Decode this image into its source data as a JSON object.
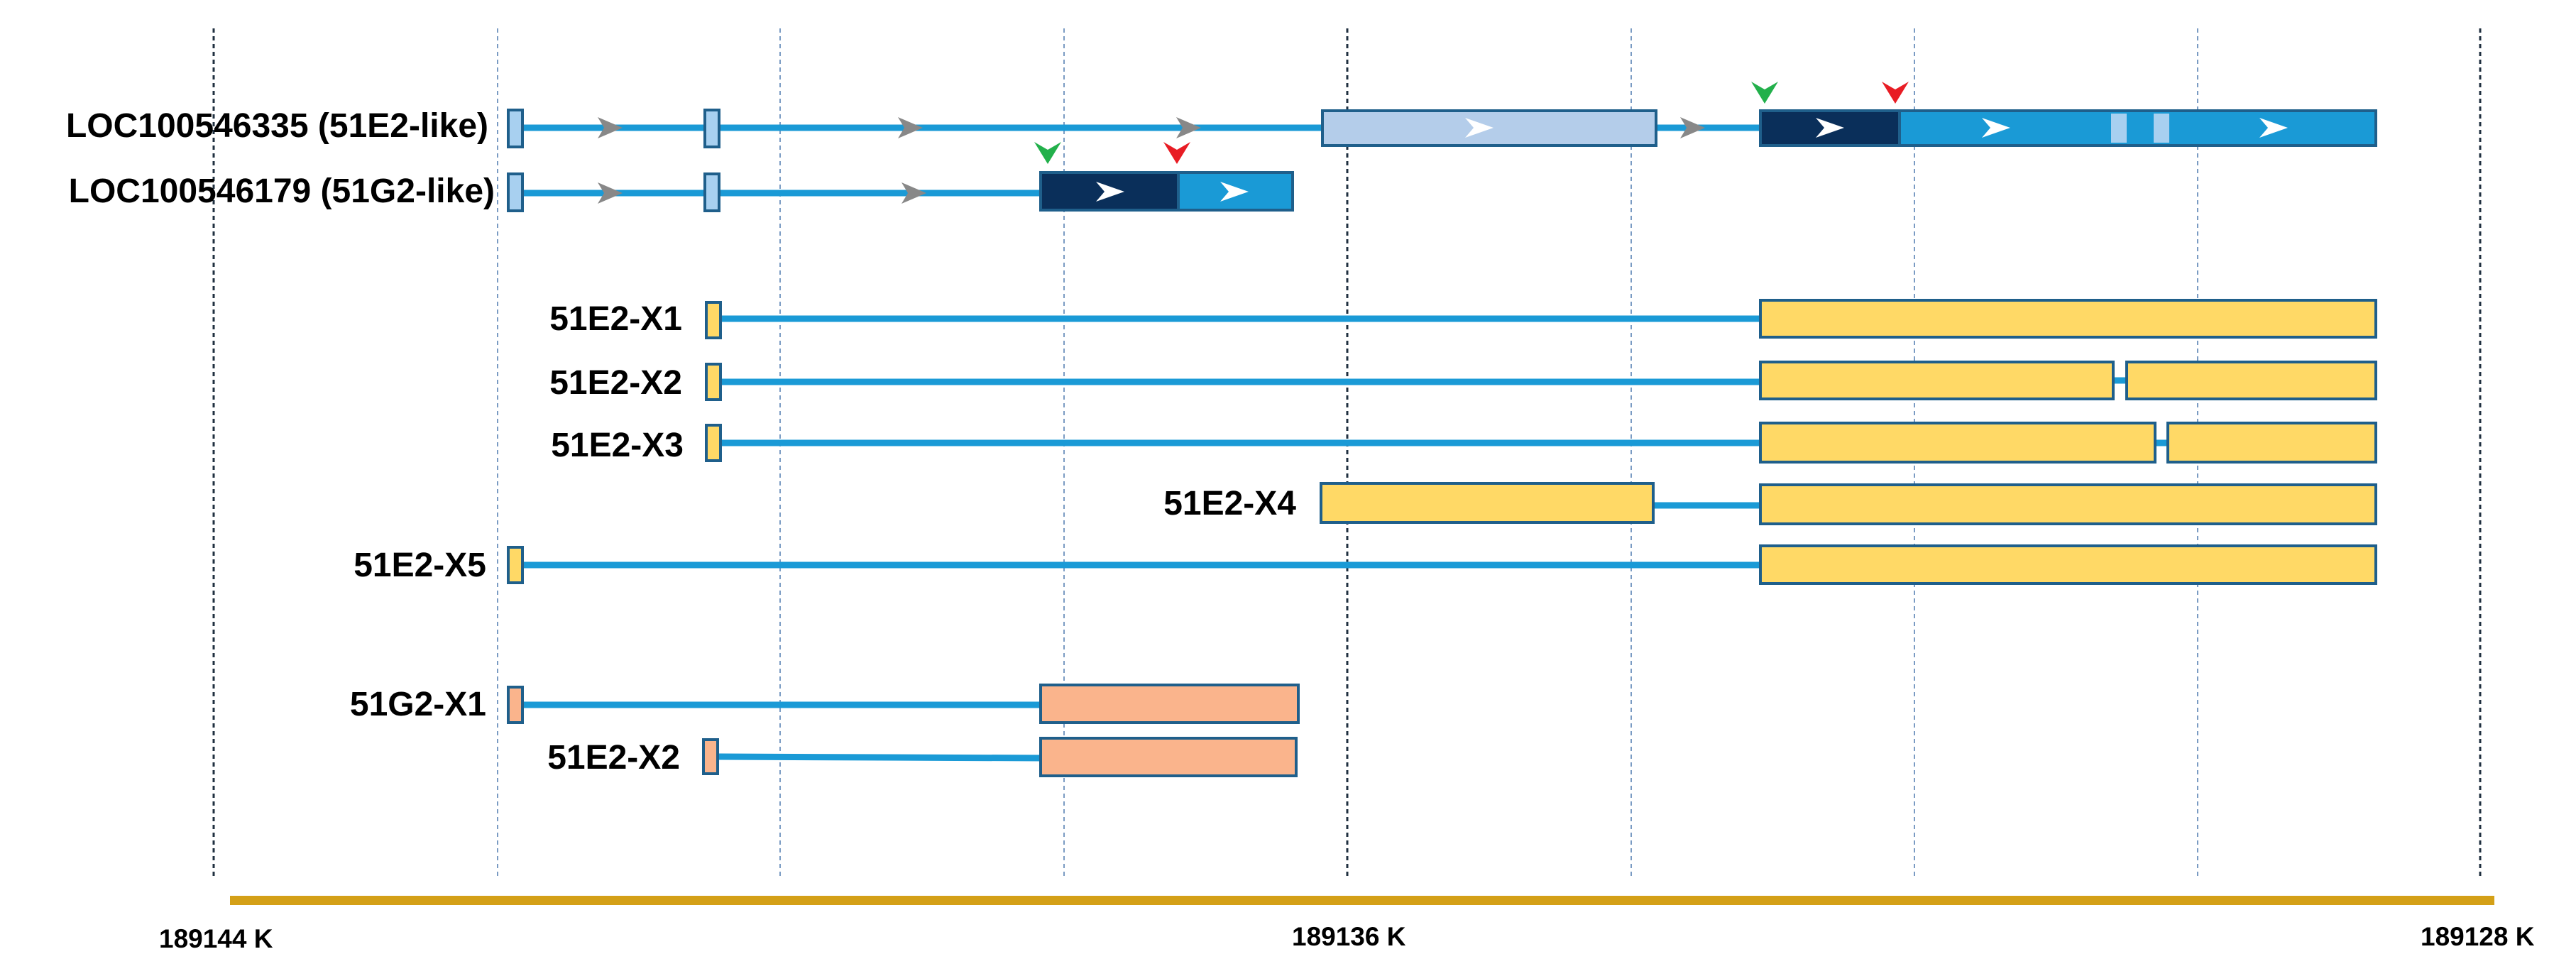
{
  "colors": {
    "intron": "#1a9ad6",
    "exon_border": "#1f5f8b",
    "light_exon": "#b4cdea",
    "tiny_exon": "#a8d0f0",
    "dark_cds": "#0a2f5a",
    "mid_cds": "#1a9ad6",
    "yellow": "#ffd966",
    "salmon": "#fab48c",
    "axis": "#d4a017",
    "grid": "#7a9bc3",
    "grid_major": "#203040",
    "arrow_grey": "#888888",
    "start_marker": "#22b04b",
    "stop_marker": "#e81c24"
  },
  "genes": [
    {
      "id": "loc335",
      "label": "LOC100546335 (51E2-like)"
    },
    {
      "id": "loc179",
      "label": "LOC100546179 (51G2-like)"
    }
  ],
  "transcripts": [
    {
      "id": "x1",
      "label": "51E2-X1"
    },
    {
      "id": "x2",
      "label": "51E2-X2"
    },
    {
      "id": "x3",
      "label": "51E2-X3"
    },
    {
      "id": "x4",
      "label": "51E2-X4"
    },
    {
      "id": "x5",
      "label": "51E2-X5"
    },
    {
      "id": "g2x1",
      "label": "51G2-X1"
    },
    {
      "id": "g2x2",
      "label": "51E2-X2"
    }
  ],
  "axis": {
    "ticks": [
      {
        "id": "t144",
        "label": "189144 K"
      },
      {
        "id": "t136",
        "label": "189136 K"
      },
      {
        "id": "t128",
        "label": "189128 K"
      }
    ]
  }
}
